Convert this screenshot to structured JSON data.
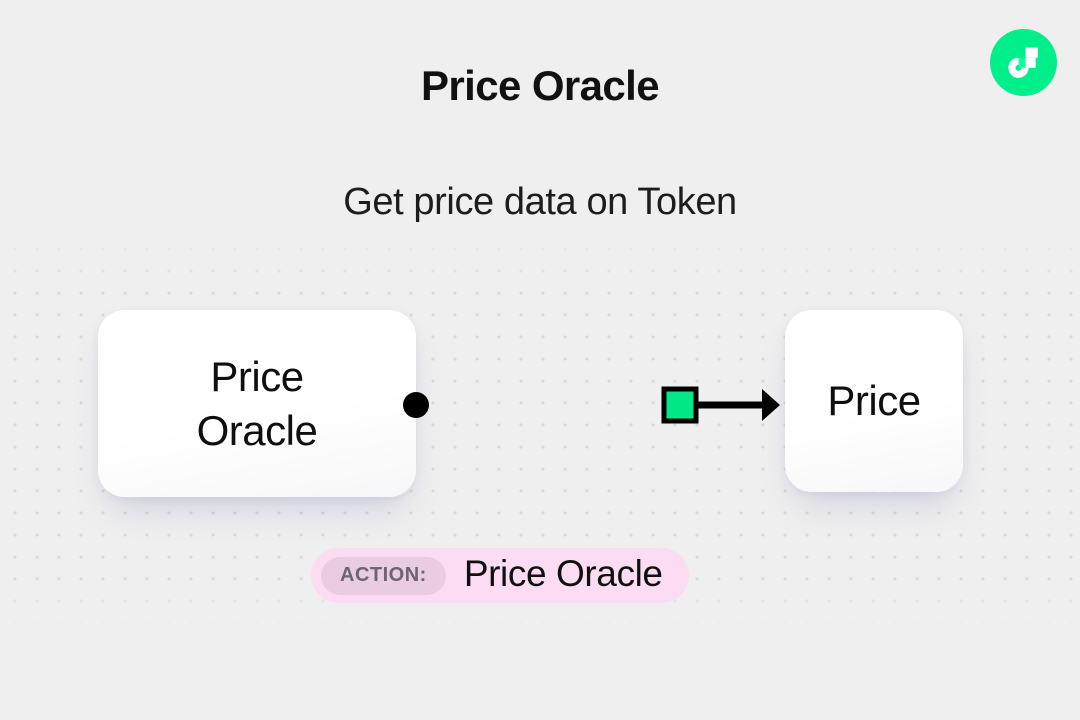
{
  "page": {
    "title": "Price Oracle",
    "subtitle": "Get price data on Token",
    "background_color": "#efefef"
  },
  "brand": {
    "name": "flow-logo",
    "accent_color": "#00ef8b",
    "mark_color": "#ffffff"
  },
  "diagram": {
    "nodes": [
      {
        "id": "source",
        "label": "Price\nOracle",
        "role": "source",
        "card_color": "#fbfbfc"
      },
      {
        "id": "target",
        "label": "Price",
        "role": "target",
        "card_color": "#fbfbfc"
      }
    ],
    "edge": {
      "from": "source",
      "to": "target",
      "marker_color": "#00e887",
      "line_color": "#000000",
      "start_cap": "dot",
      "end_cap": "arrow"
    }
  },
  "action": {
    "tag_label": "ACTION:",
    "value": "Price Oracle",
    "pill_color": "#fbdcf3",
    "tag_color": "#e9cce2"
  }
}
